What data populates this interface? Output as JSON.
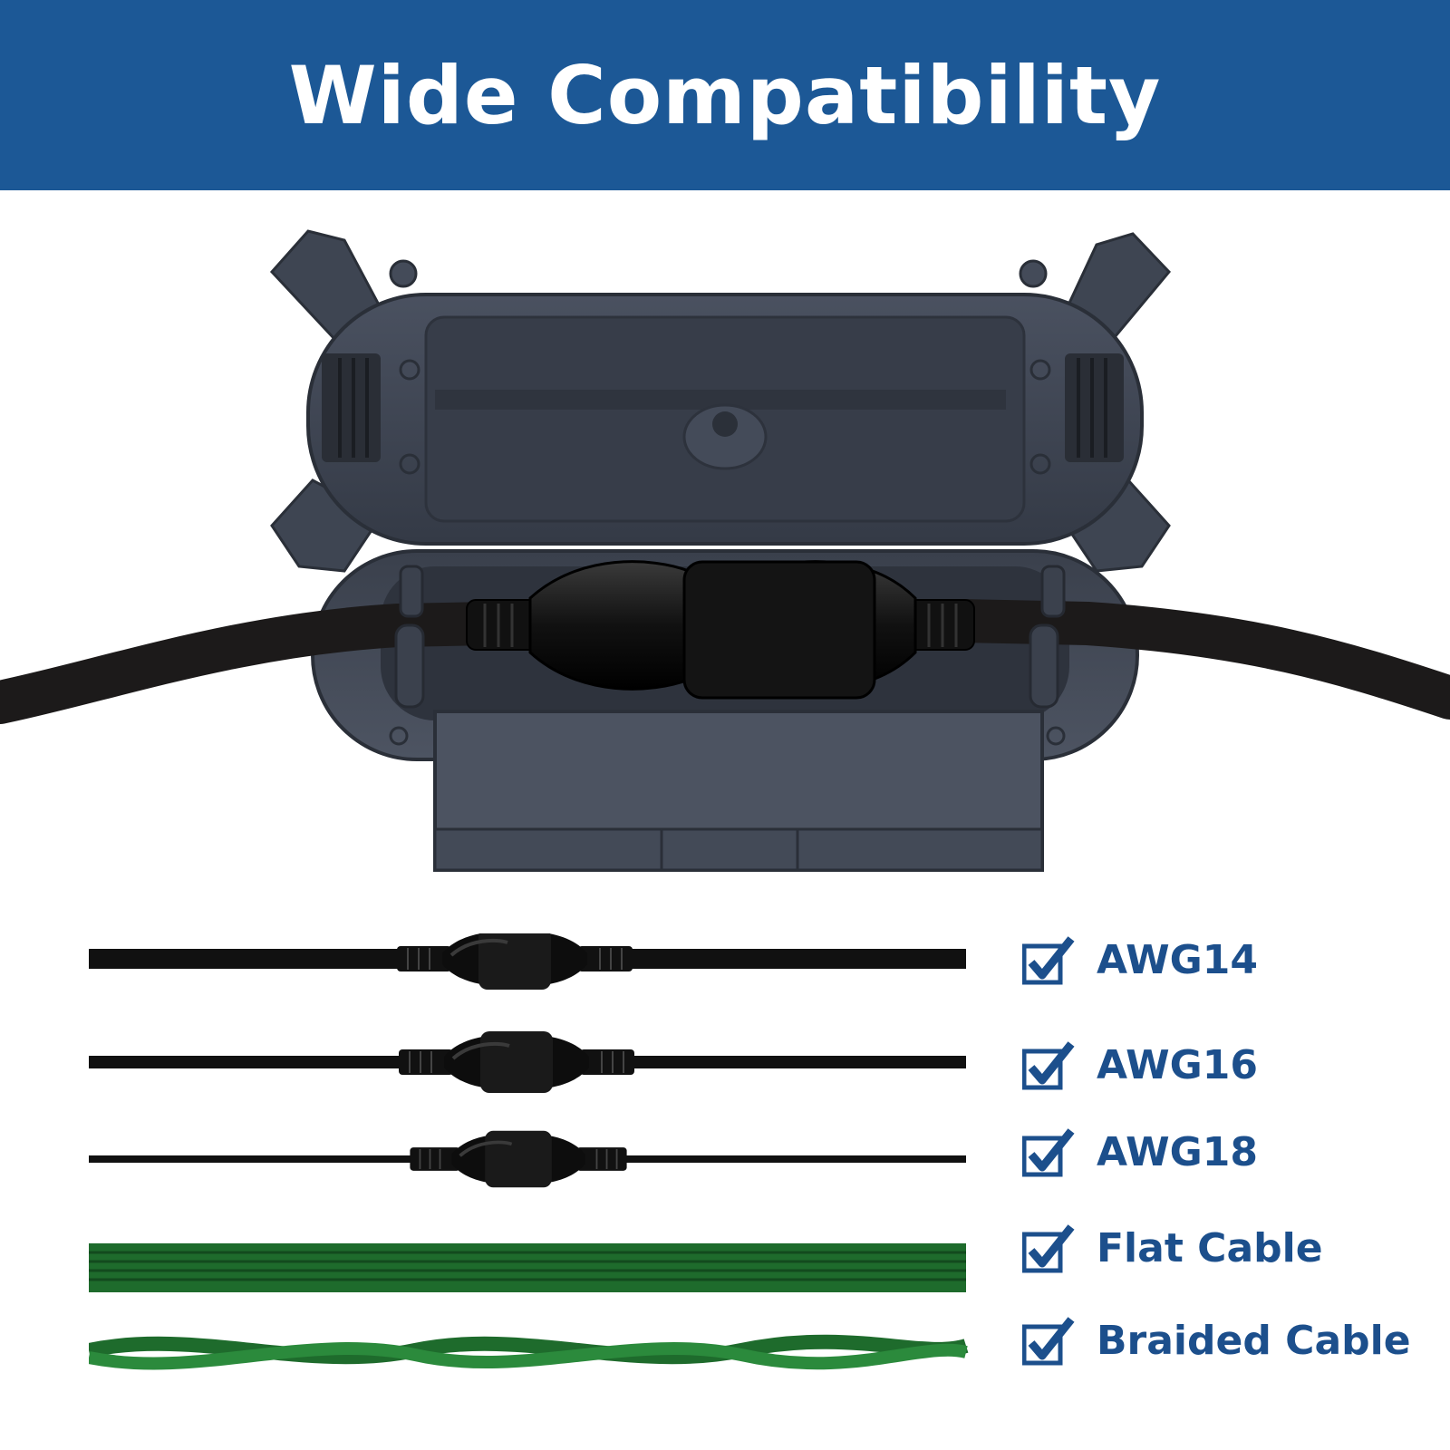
{
  "header": {
    "title": "Wide Compatibility",
    "background": "#1c5896",
    "text_color": "#ffffff"
  },
  "product": {
    "icon": "junction-box-icon",
    "housing_color": "#3c4350",
    "cable_color": "#1a1a1a"
  },
  "compatibility": {
    "check_icon": "checkbox-checked-icon",
    "label_color": "#1c4f8c",
    "items": [
      {
        "label": "AWG14",
        "cable_icon": "awg14-cable-icon"
      },
      {
        "label": "AWG16",
        "cable_icon": "awg16-cable-icon"
      },
      {
        "label": "AWG18",
        "cable_icon": "awg18-cable-icon"
      },
      {
        "label": "Flat Cable",
        "cable_icon": "flat-cable-icon"
      },
      {
        "label": "Braided Cable",
        "cable_icon": "braided-cable-icon"
      }
    ],
    "cable_colors": {
      "black": "#111111",
      "green": "#1e6b2c"
    }
  }
}
